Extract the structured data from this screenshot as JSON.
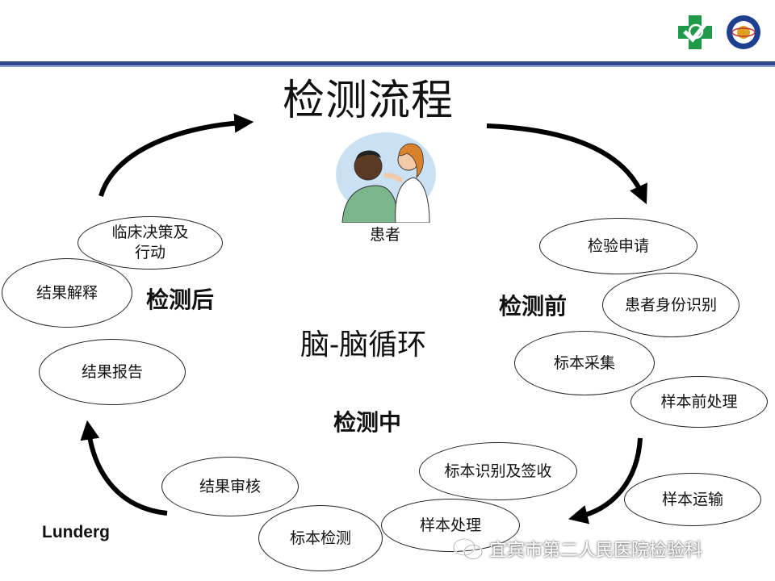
{
  "title": "检测流程",
  "patient_label": "患者",
  "center_label": "脑-脑循环",
  "phases": {
    "pre": "检测前",
    "mid": "检测中",
    "post": "检测后"
  },
  "steps": {
    "inspection_request": "检验申请",
    "patient_id": "患者身份识别",
    "sample_collection": "标本采集",
    "sample_preprocessing": "样本前处理",
    "sample_transport": "样本运输",
    "sample_id_receipt": "标本识别及签收",
    "sample_processing": "样本处理",
    "sample_testing": "标本检测",
    "result_review": "结果审核",
    "result_report": "结果报告",
    "result_interpretation": "结果解释",
    "clinical_decision_line1": "临床决策及",
    "clinical_decision_line2": "行动"
  },
  "author": "Lunderg",
  "watermark": "宜宾市第二人民医院检验科",
  "colors": {
    "header_bar": "#2c4a8a",
    "logo_green": "#1f9a4a",
    "logo_blue": "#1c3f8f"
  },
  "icons": [
    "hospital-cross-logo",
    "university-seal-logo",
    "doctor-patient-illustration",
    "wechat-icon"
  ]
}
